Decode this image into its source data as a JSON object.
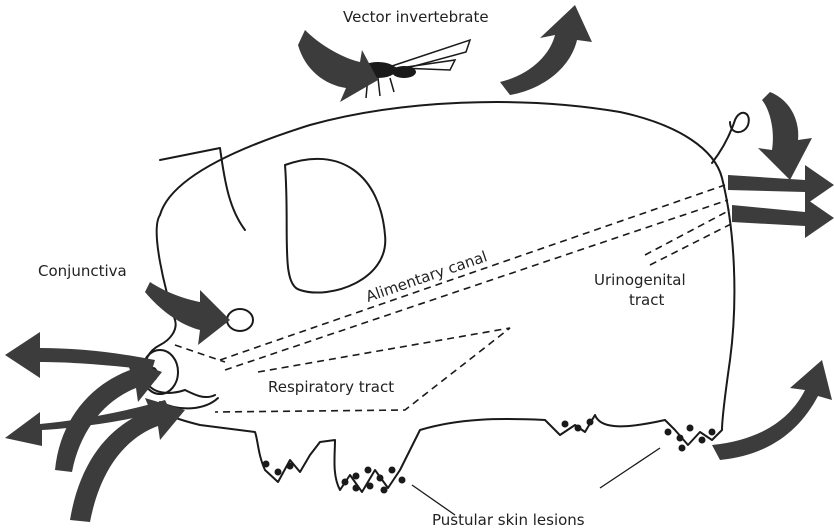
{
  "labels": {
    "vector": "Vector invertebrate",
    "conjunctiva": "Conjunctiva",
    "alimentary": "Alimentary canal",
    "urinogenital_1": "Urinogenital",
    "urinogenital_2": "tract",
    "respiratory": "Respiratory tract",
    "pustular": "Pustular skin lesions"
  },
  "colors": {
    "arrow": "#3c3c3c",
    "ink": "#1a1a1a"
  }
}
